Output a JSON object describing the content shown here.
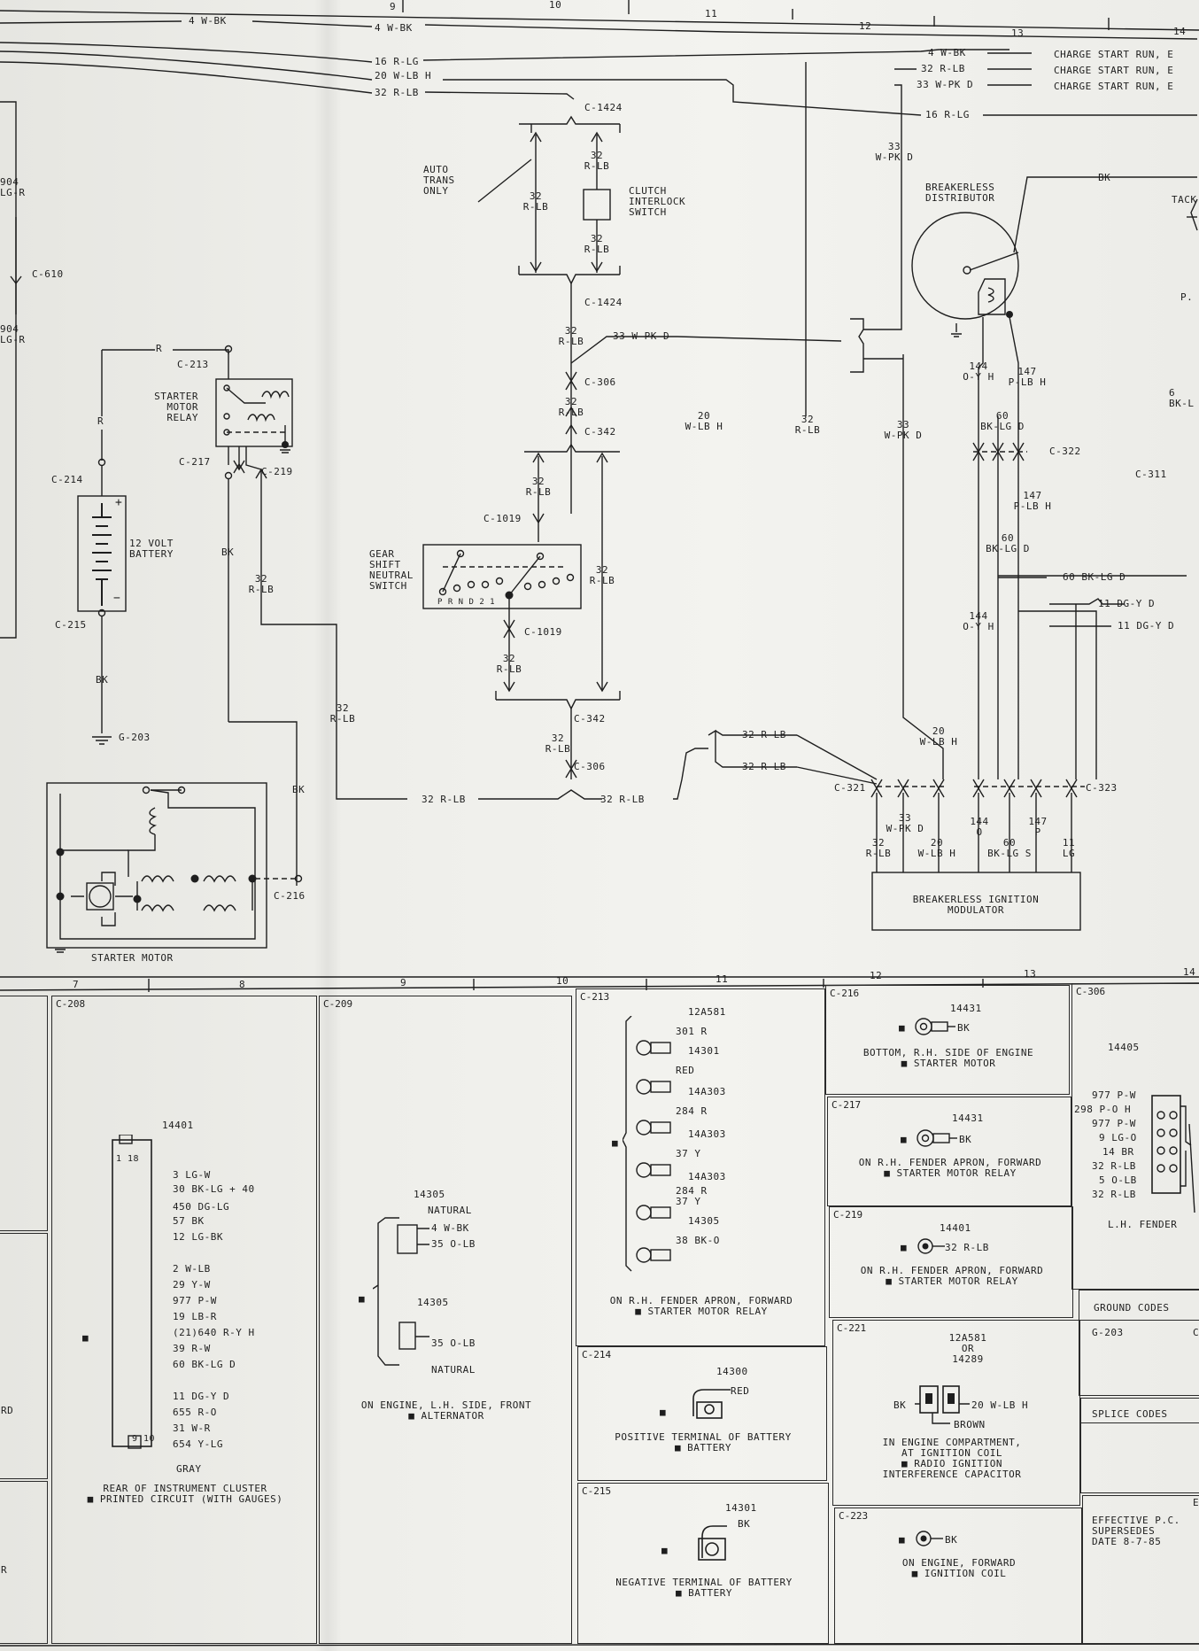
{
  "columns_top": [
    "9",
    "10",
    "11",
    "12",
    "13",
    "14"
  ],
  "columns_bottom": [
    "7",
    "8",
    "9",
    "10",
    "11",
    "12",
    "13",
    "14"
  ],
  "wires": {
    "w4bk": "4 W-BK",
    "w16rlg": "16 R-LG",
    "w20wlbh": "20 W-LB H",
    "w32rlb": "32 R-LB",
    "w4bk_right": "4 W-BK",
    "w32rlb_right": "32 R-LB",
    "w33wpkd": "33 W-PK D",
    "w16rlg_right": "16 R-LG",
    "charge": "CHARGE START RUN, E",
    "w904lgr": "904\nLG-R",
    "w33wpkd_v": "33\nW-PK D",
    "r": "R",
    "bk": "BK",
    "w32rlb_v": "32\nR-LB",
    "w20wlbh_v": "20\nW-LB H",
    "w33wpkd_short": "33 W-PK D",
    "w144oyh": "144\nO-Y H",
    "w147plbh": "147\nP-LB H",
    "w60bklgd": "60\nBK-LG D",
    "w60bklgd_h": "60 BK-LG D",
    "w11dgyd": "11 DG-Y D",
    "w144oyh2": "144\nO-Y H",
    "w147plbh2": "147\nP-LB H",
    "w60bklgd2": "60\nBK-LG D",
    "w32rlb_h": "32 R-LB",
    "w144o": "144\nO",
    "w60bklgs": "60\nBK-LG S",
    "w147p": "147\nP",
    "w11lg": "11\nLG",
    "w33wpkd2": "33\nW-PK D",
    "w20wlbh2": "20\nW-LB H",
    "w32rlb2": "32\nR-LB",
    "bk_right": "BK",
    "p_right": "P.",
    "bk_l_right": "6\nBK-L"
  },
  "connectors": {
    "c1424a": "C-1424",
    "c1424b": "C-1424",
    "c306a": "C-306",
    "c342a": "C-342",
    "c1019a": "C-1019",
    "c1019b": "C-1019",
    "c342b": "C-342",
    "c306b": "C-306",
    "c610": "C-610",
    "c213": "C-213",
    "c217": "C-217",
    "c219": "C-219",
    "c214": "C-214",
    "c215": "C-215",
    "g203": "G-203",
    "c216": "C-216",
    "c322": "C-322",
    "c311": "C-311",
    "c321": "C-321",
    "c323": "C-323"
  },
  "components": {
    "auto_trans": "AUTO\nTRANS\nONLY",
    "clutch": "CLUTCH\nINTERLOCK\nSWITCH",
    "starter_relay": "STARTER\nMOTOR\nRELAY",
    "battery": "12 VOLT\nBATTERY",
    "gear_shift": "GEAR\nSHIFT\nNEUTRAL\nSWITCH",
    "gear_letters": "P R N D 2 1",
    "distributor": "BREAKERLESS\nDISTRIBUTOR",
    "tach": "TACK",
    "starter_motor": "STARTER MOTOR",
    "module": "BREAKERLESS IGNITION\nMODULATOR"
  },
  "cells": {
    "c208": {
      "id": "C-208",
      "part": "14401",
      "pins": [
        "1 18",
        "3 LG-W",
        "30 BK-LG + 40",
        "450 DG-LG",
        "57 BK",
        "12 LG-BK",
        "2 W-LB",
        "29 Y-W",
        "977 P-W",
        "19 LB-R",
        "(21)640 R-Y H",
        "39 R-W",
        "60 BK-LG D",
        "11 DG-Y D",
        "655 R-O",
        "31 W-R",
        "654 Y-LG",
        "9 10",
        "GRAY"
      ],
      "caption": "REAR OF INSTRUMENT CLUSTER\n■ PRINTED CIRCUIT (WITH GAUGES)",
      "bullet": "■"
    },
    "c209": {
      "id": "C-209",
      "part1": "14305",
      "natural1": "NATURAL",
      "w1": "4 W-BK",
      "w2": "35 O-LB",
      "part2": "14305",
      "w3": "35 O-LB",
      "natural2": "NATURAL",
      "caption": "ON ENGINE, L.H. SIDE, FRONT\n■ ALTERNATOR",
      "bullet": "■"
    },
    "c213": {
      "id": "C-213",
      "rows": [
        {
          "part": "12A581",
          "wire": "301 R"
        },
        {
          "part": "14301",
          "wire": "RED"
        },
        {
          "part": "14A303",
          "wire": "284 R"
        },
        {
          "part": "14A303",
          "wire": "37 Y"
        },
        {
          "part": "14A303",
          "wire": "284 R\n37 Y"
        },
        {
          "part": "14305",
          "wire": "38 BK-O"
        }
      ],
      "caption": "ON R.H. FENDER APRON, FORWARD\n■ STARTER MOTOR RELAY",
      "bullet": "■"
    },
    "c214": {
      "id": "C-214",
      "part": "14300",
      "wire": "RED",
      "caption": "POSITIVE TERMINAL OF BATTERY\n■ BATTERY",
      "bullet": "■"
    },
    "c215": {
      "id": "C-215",
      "part": "14301",
      "wire": "BK",
      "caption": "NEGATIVE TERMINAL OF BATTERY\n■ BATTERY",
      "bullet": "■"
    },
    "c216": {
      "id": "C-216",
      "part": "14431",
      "wire": "BK",
      "caption": "BOTTOM, R.H. SIDE OF ENGINE\n■ STARTER MOTOR",
      "bullet": "■"
    },
    "c217": {
      "id": "C-217",
      "part": "14431",
      "wire": "BK",
      "caption": "ON R.H. FENDER APRON, FORWARD\n■ STARTER MOTOR RELAY",
      "bullet": "■"
    },
    "c219": {
      "id": "C-219",
      "part": "14401",
      "wire": "32 R-LB",
      "caption": "ON R.H. FENDER APRON, FORWARD\n■ STARTER MOTOR RELAY",
      "bullet": "■"
    },
    "c221": {
      "id": "C-221",
      "part": "12A581\nOR\n14289",
      "bk": "BK",
      "wire": "20 W-LB H",
      "brown": "BROWN",
      "caption": "IN ENGINE COMPARTMENT,\nAT IGNITION COIL\n■ RADIO IGNITION\nINTERFERENCE CAPACITOR"
    },
    "c223": {
      "id": "C-223",
      "wire": "BK",
      "caption": "ON ENGINE, FORWARD\n■ IGNITION COIL",
      "bullet": "■"
    },
    "c306": {
      "id": "C-306",
      "part": "14405",
      "pins": [
        "977 P-W",
        "298 P-O H",
        "977 P-W",
        "9 LG-O",
        "14 BR",
        "32 R-LB",
        "5 O-LB",
        "32 R-LB"
      ],
      "caption": "L.H. FENDER"
    },
    "ground": {
      "title": "GROUND CODES",
      "code": "G-203",
      "tail": "C"
    },
    "splice": {
      "title": "SPLICE CODES"
    },
    "effective": {
      "tail": "E",
      "text": "EFFECTIVE P.C.\nSUPERSEDES\nDATE 8-7-85"
    },
    "left_frag": {
      "a": "RD",
      "b": "R"
    }
  }
}
